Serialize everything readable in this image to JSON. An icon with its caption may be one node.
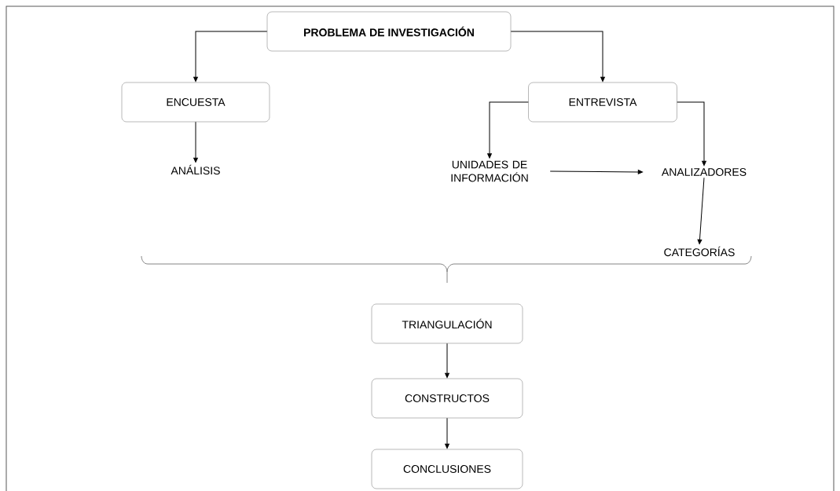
{
  "diagram": {
    "nodes": [
      {
        "text": [
          "PROBLEMA DE INVESTIGACIÓN"
        ]
      },
      {
        "text": [
          "ENCUESTA"
        ]
      },
      {
        "text": [
          "ENTREVISTA"
        ]
      },
      {
        "text": [
          "ANÁLISIS"
        ]
      },
      {
        "text": [
          "UNIDADES DE INFORMACIÓN"
        ]
      },
      {
        "text": [
          "ANALIZADORES"
        ]
      },
      {
        "text": [
          "CATEGORÍAS"
        ]
      },
      {
        "text": [
          "TRIANGULACIÓN"
        ]
      },
      {
        "text": [
          "CONSTRUCTOS"
        ]
      },
      {
        "text": [
          "CONCLUSIONES"
        ]
      }
    ],
    "edges": [
      {
        "from": 0,
        "to": 1,
        "arrow": "to"
      },
      {
        "from": 0,
        "to": 2,
        "arrow": "to"
      },
      {
        "from": 1,
        "to": 3,
        "arrow": "to"
      },
      {
        "from": 2,
        "to": 4,
        "arrow": "to"
      },
      {
        "from": 2,
        "to": 5,
        "arrow": "to"
      },
      {
        "from": 4,
        "to": 5,
        "arrow": "to"
      },
      {
        "from": 5,
        "to": 6,
        "arrow": "to"
      },
      {
        "from": 7,
        "to": 8,
        "arrow": "to"
      },
      {
        "from": 8,
        "to": 9,
        "arrow": "to"
      }
    ]
  }
}
